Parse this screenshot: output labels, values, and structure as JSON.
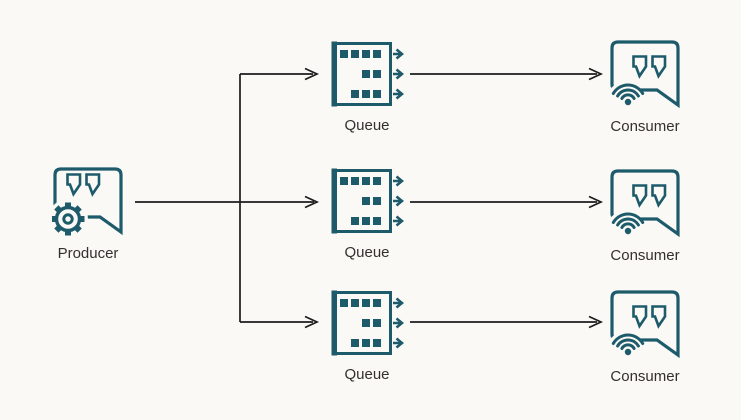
{
  "diagram": {
    "background_color": "#faf9f6",
    "icon_color": "#1d5b6b",
    "connector_color": "#1c1c1c",
    "label_color": "#33302e",
    "producer": {
      "label": "Producer",
      "icon": "speech-bubble-gear-icon"
    },
    "queues": [
      {
        "label": "Queue",
        "icon": "queue-box-icon"
      },
      {
        "label": "Queue",
        "icon": "queue-box-icon"
      },
      {
        "label": "Queue",
        "icon": "queue-box-icon"
      }
    ],
    "consumers": [
      {
        "label": "Consumer",
        "icon": "speech-bubble-wifi-icon"
      },
      {
        "label": "Consumer",
        "icon": "speech-bubble-wifi-icon"
      },
      {
        "label": "Consumer",
        "icon": "speech-bubble-wifi-icon"
      }
    ]
  }
}
